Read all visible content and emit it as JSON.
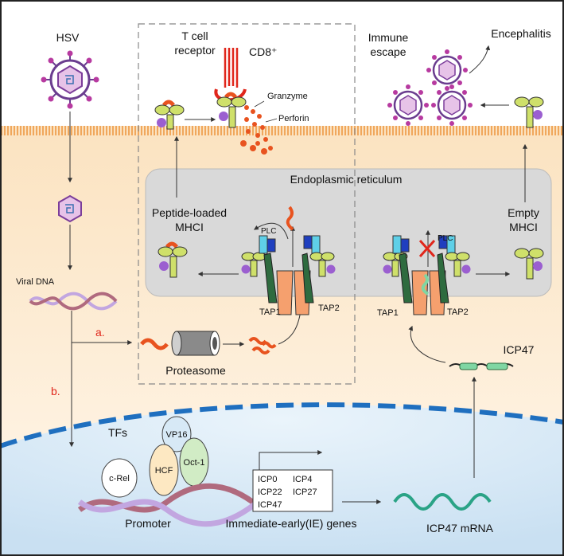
{
  "labels": {
    "hsv": "HSV",
    "tcr_line1": "T cell",
    "tcr_line2": "receptor",
    "cd8": "CD8⁺",
    "granzyme": "Granzyme",
    "perforin": "Perforin",
    "immune_line1": "Immune",
    "immune_line2": "escape",
    "encephalitis": "Encephalitis",
    "er": "Endoplasmic reticulum",
    "peptide_line1": "Peptide-loaded",
    "peptide_line2": "MHCI",
    "empty_line1": "Empty",
    "empty_line2": "MHCI",
    "plc": "PLC",
    "tap1": "TAP1",
    "tap2": "TAP2",
    "viral_dna": "Viral DNA",
    "path_a": "a.",
    "path_b": "b.",
    "proteasome": "Proteasome",
    "icp47": "ICP47",
    "tfs": "TFs",
    "vp16": "VP16",
    "oct1": "Oct-1",
    "hcf": "HCF",
    "crel": "c-Rel",
    "promoter": "Promoter",
    "ie_genes": "Immediate-early(IE) genes",
    "icp47_mrna": "ICP47 mRNA",
    "genes": [
      "ICP0",
      "ICP4",
      "ICP22",
      "ICP27",
      "ICP47"
    ]
  },
  "colors": {
    "membrane": "#f3b26a",
    "cytoplasm": "#fdf1df",
    "er": "#dcdcdc",
    "nucleus": "#d7e9f6",
    "mhc": "#cfe06a",
    "beta2m": "#9b5fd0",
    "peptide": "#e8531f",
    "tap_orange": "#f5a06e",
    "tap_green": "#2e6b3f",
    "plc_cyan": "#5fd0e8",
    "plc_blue": "#1f3fbf",
    "accent_red": "#e0261b"
  }
}
